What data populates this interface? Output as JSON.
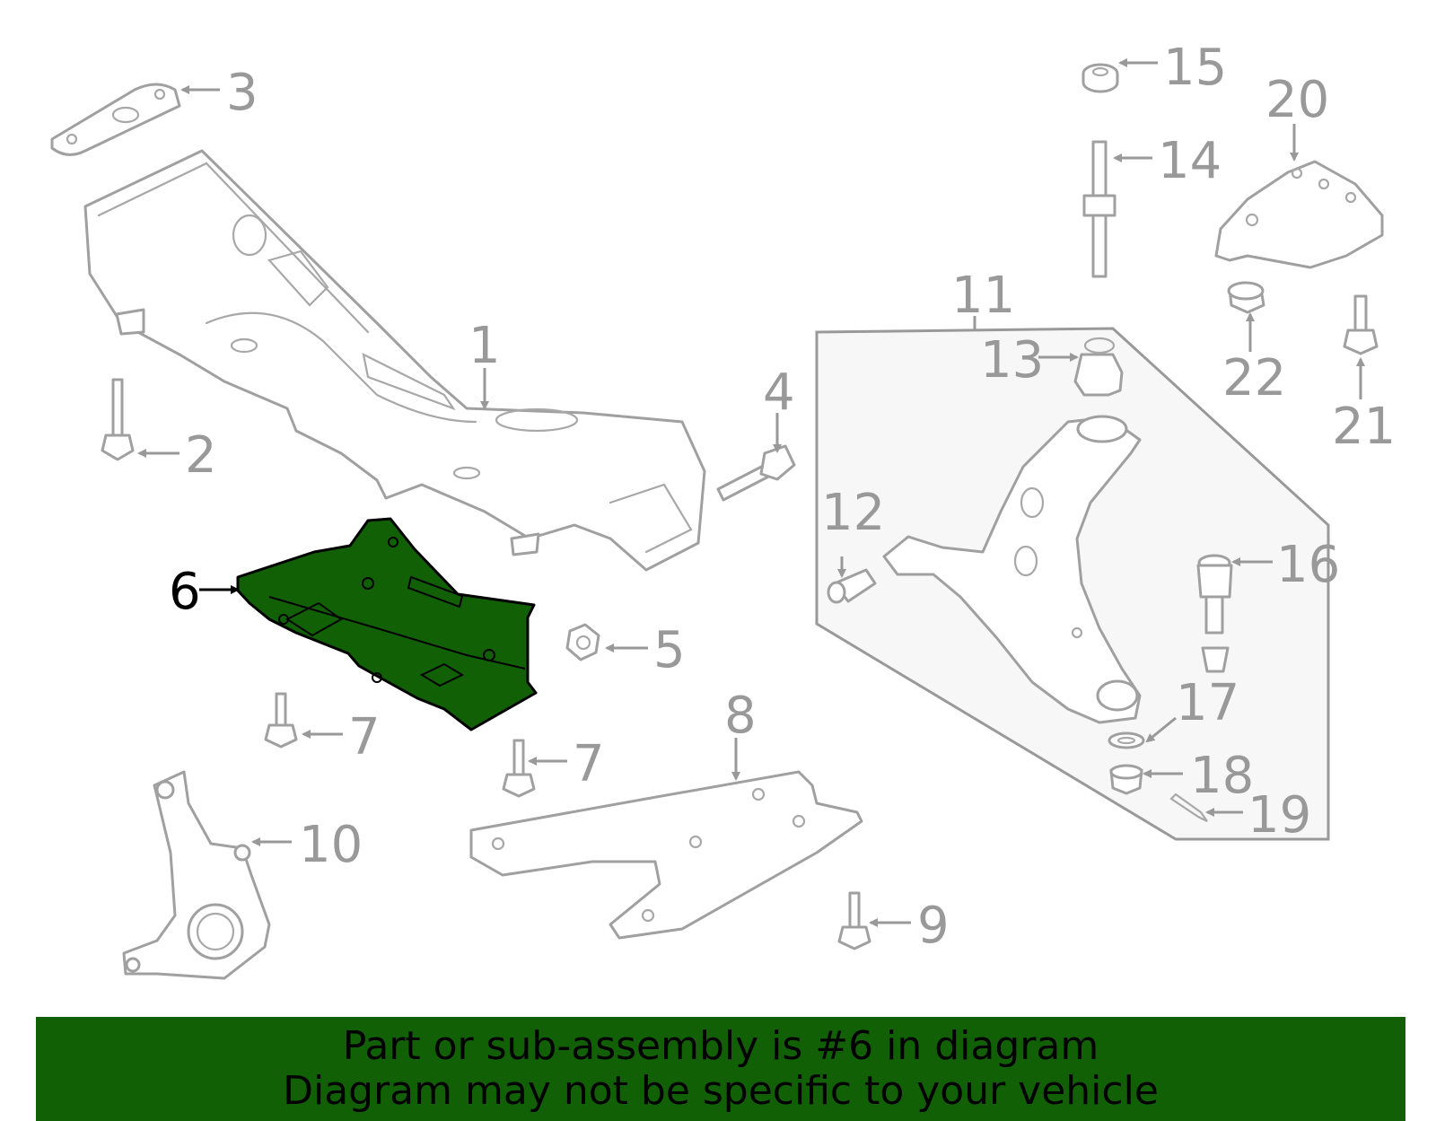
{
  "highlight_color": "#126006",
  "callout_color": "#999999",
  "callouts": [
    {
      "id": "1",
      "label": "1"
    },
    {
      "id": "2",
      "label": "2"
    },
    {
      "id": "3",
      "label": "3"
    },
    {
      "id": "4",
      "label": "4"
    },
    {
      "id": "5",
      "label": "5"
    },
    {
      "id": "6",
      "label": "6"
    },
    {
      "id": "7a",
      "label": "7"
    },
    {
      "id": "7b",
      "label": "7"
    },
    {
      "id": "8",
      "label": "8"
    },
    {
      "id": "9",
      "label": "9"
    },
    {
      "id": "10",
      "label": "10"
    },
    {
      "id": "11",
      "label": "11"
    },
    {
      "id": "12",
      "label": "12"
    },
    {
      "id": "13",
      "label": "13"
    },
    {
      "id": "14",
      "label": "14"
    },
    {
      "id": "15",
      "label": "15"
    },
    {
      "id": "16",
      "label": "16"
    },
    {
      "id": "17",
      "label": "17"
    },
    {
      "id": "18",
      "label": "18"
    },
    {
      "id": "19",
      "label": "19"
    },
    {
      "id": "20",
      "label": "20"
    },
    {
      "id": "21",
      "label": "21"
    },
    {
      "id": "22",
      "label": "22"
    }
  ],
  "banner": {
    "line1": "Part or sub-assembly is #6 in diagram",
    "line2": "Diagram may not be specific to your vehicle"
  }
}
